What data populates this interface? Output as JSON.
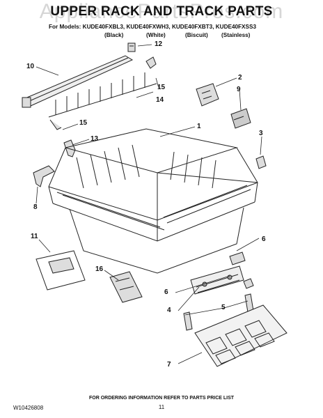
{
  "watermark": "AppliancePartsPros.com",
  "title": "UPPER RACK AND TRACK PARTS",
  "models_line": "For Models: KUDE40FXBL3, KUDE40FXWH3, KUDE40FXBT3, KUDE40FXSS3",
  "variants": [
    "(Black)",
    "(White)",
    "(Biscuit)",
    "(Stainless)"
  ],
  "callouts": [
    "12",
    "10",
    "2",
    "9",
    "15",
    "14",
    "1",
    "15",
    "13",
    "3",
    "8",
    "11",
    "6",
    "16",
    "6",
    "4",
    "5",
    "7"
  ],
  "footer": {
    "doc_number": "W10426808",
    "ordering_info": "FOR ORDERING INFORMATION REFER TO PARTS PRICE LIST",
    "page_number": "11"
  }
}
